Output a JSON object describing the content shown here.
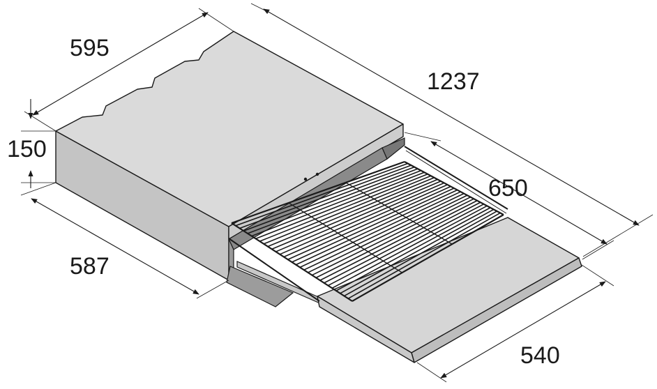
{
  "dimensions": {
    "width_top": "595",
    "total_length": "1237",
    "height": "150",
    "drawer_extension": "650",
    "depth": "587",
    "tray_width": "540"
  },
  "colors": {
    "housing_top": "#dcdcdc",
    "housing_front": "#cfcfcf",
    "housing_side": "#bdbdbd",
    "tray": "#d7d7d7",
    "outline": "#1a1a1a"
  }
}
